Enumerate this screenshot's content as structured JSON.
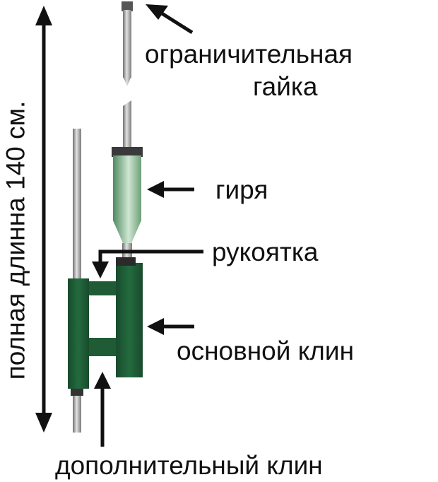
{
  "labels": {
    "nut_line1": "ограничительная",
    "nut_line2": "гайка",
    "weight": "гиря",
    "handle": "рукоятка",
    "main_wedge": "основной клин",
    "extra_wedge": "дополнительный клин",
    "total_length": "полная длинна 140 см."
  },
  "colors": {
    "wedge_green": "#1f5c36",
    "weight_green": "#7fae8a",
    "rod_gray": "#9a9a9a",
    "arrow": "#111111"
  }
}
